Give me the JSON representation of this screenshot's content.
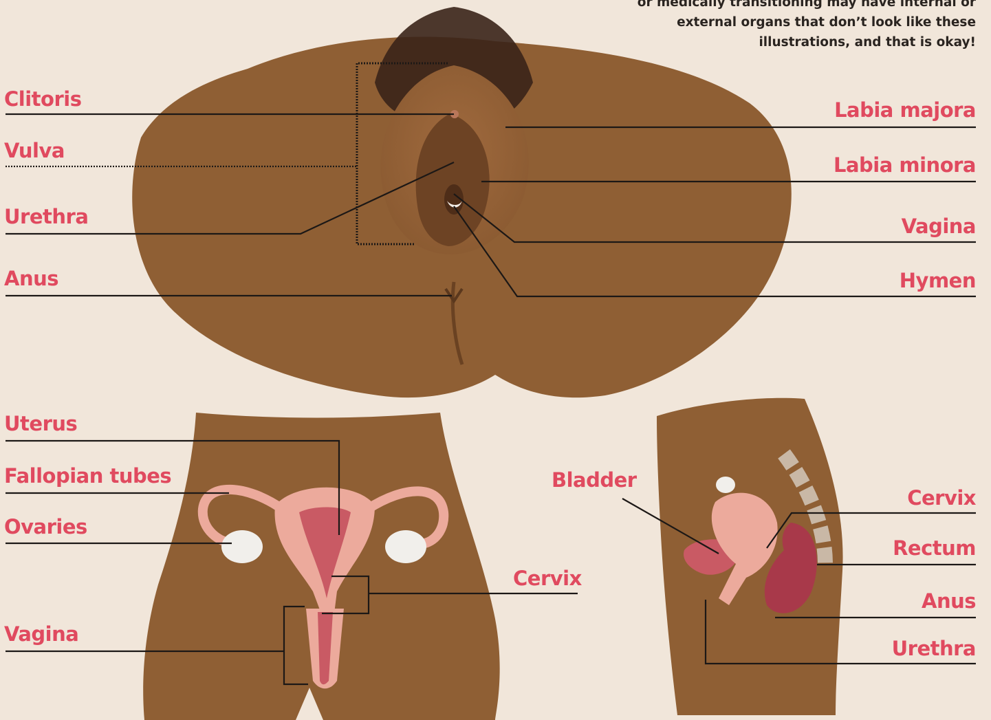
{
  "note": {
    "lines": [
      "or medically transitioning may have internal or",
      "external organs that don’t look like these",
      "illustrations, and that is okay!"
    ]
  },
  "external_view": {
    "labels": {
      "clitoris": "Clitoris",
      "vulva": "Vulva",
      "urethra": "Urethra",
      "anus": "Anus",
      "labia_majora": "Labia majora",
      "labia_minora": "Labia minora",
      "vagina": "Vagina",
      "hymen": "Hymen"
    }
  },
  "internal_front_view": {
    "labels": {
      "uterus": "Uterus",
      "fallopian_tubes": "Fallopian tubes",
      "ovaries": "Ovaries",
      "vagina": "Vagina",
      "cervix": "Cervix"
    }
  },
  "side_view": {
    "labels": {
      "bladder": "Bladder",
      "cervix": "Cervix",
      "rectum": "Rectum",
      "anus": "Anus",
      "urethra": "Urethra"
    }
  },
  "colors": {
    "background": "#f1e6da",
    "label": "#e04a5f",
    "skin": "#8f5f34",
    "skin_dark": "#7a4e2a",
    "organ": "#ecaa9c",
    "organ_dark": "#c95a64",
    "ovary": "#f1efeb",
    "leader_line": "#1c1816"
  }
}
